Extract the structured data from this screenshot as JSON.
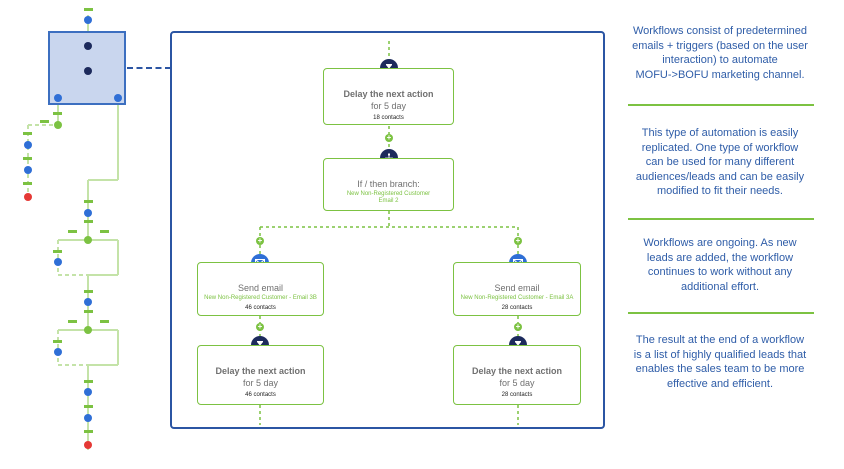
{
  "overview": {
    "icons": [
      "email-icon",
      "hourglass-icon",
      "branch-icon",
      "email-icon",
      "email-icon",
      "branch-icon",
      "email-icon",
      "email-icon",
      "email-icon",
      "error-icon",
      "email-icon",
      "branch-icon",
      "email-icon",
      "email-icon",
      "email-icon",
      "branch-icon",
      "email-icon",
      "email-icon",
      "email-icon",
      "email-icon",
      "error-icon"
    ]
  },
  "flow": {
    "delay_top": {
      "title": "Delay the next action",
      "subtitle": "for 5 day",
      "count": "18 contacts"
    },
    "branch": {
      "title": "If / then branch:",
      "line1": "New Non-Registered Customer",
      "line2": "Email 2"
    },
    "email_left": {
      "title": "Send email",
      "campaign": "New Non-Registered Customer - Email 3B",
      "count": "46 contacts"
    },
    "email_right": {
      "title": "Send email",
      "campaign": "New Non-Registered Customer - Email 3A",
      "count": "28 contacts"
    },
    "delay_left": {
      "title": "Delay the next action",
      "subtitle": "for 5 day",
      "count": "46 contacts"
    },
    "delay_right": {
      "title": "Delay the next action",
      "subtitle": "for 5 day",
      "count": "28 contacts"
    },
    "plus_symbol": "+"
  },
  "notes": [
    {
      "lines": [
        "Workflows consist of predetermined",
        "emails + triggers (based on the user",
        "interaction) to automate",
        "MOFU->BOFU marketing channel."
      ]
    },
    {
      "lines": [
        "This type of automation is easily",
        "replicated. One type of workflow",
        "can be used for many different",
        "audiences/leads and can be easily",
        "modified to fit their needs."
      ]
    },
    {
      "lines": [
        "Workflows are ongoing. As new",
        "leads are added, the workflow",
        "continues to work without any",
        "additional effort."
      ]
    },
    {
      "lines": [
        "The result at the end of a workflow",
        "is a list of highly qualified leads that",
        "enables the sales team to be more",
        "effective and efficient."
      ]
    }
  ],
  "colors": {
    "green": "#7cc242",
    "navy": "#1c2a5c",
    "blue": "#2f6fd6",
    "text_blue": "#2f5da8",
    "frame": "#2b55a3"
  }
}
